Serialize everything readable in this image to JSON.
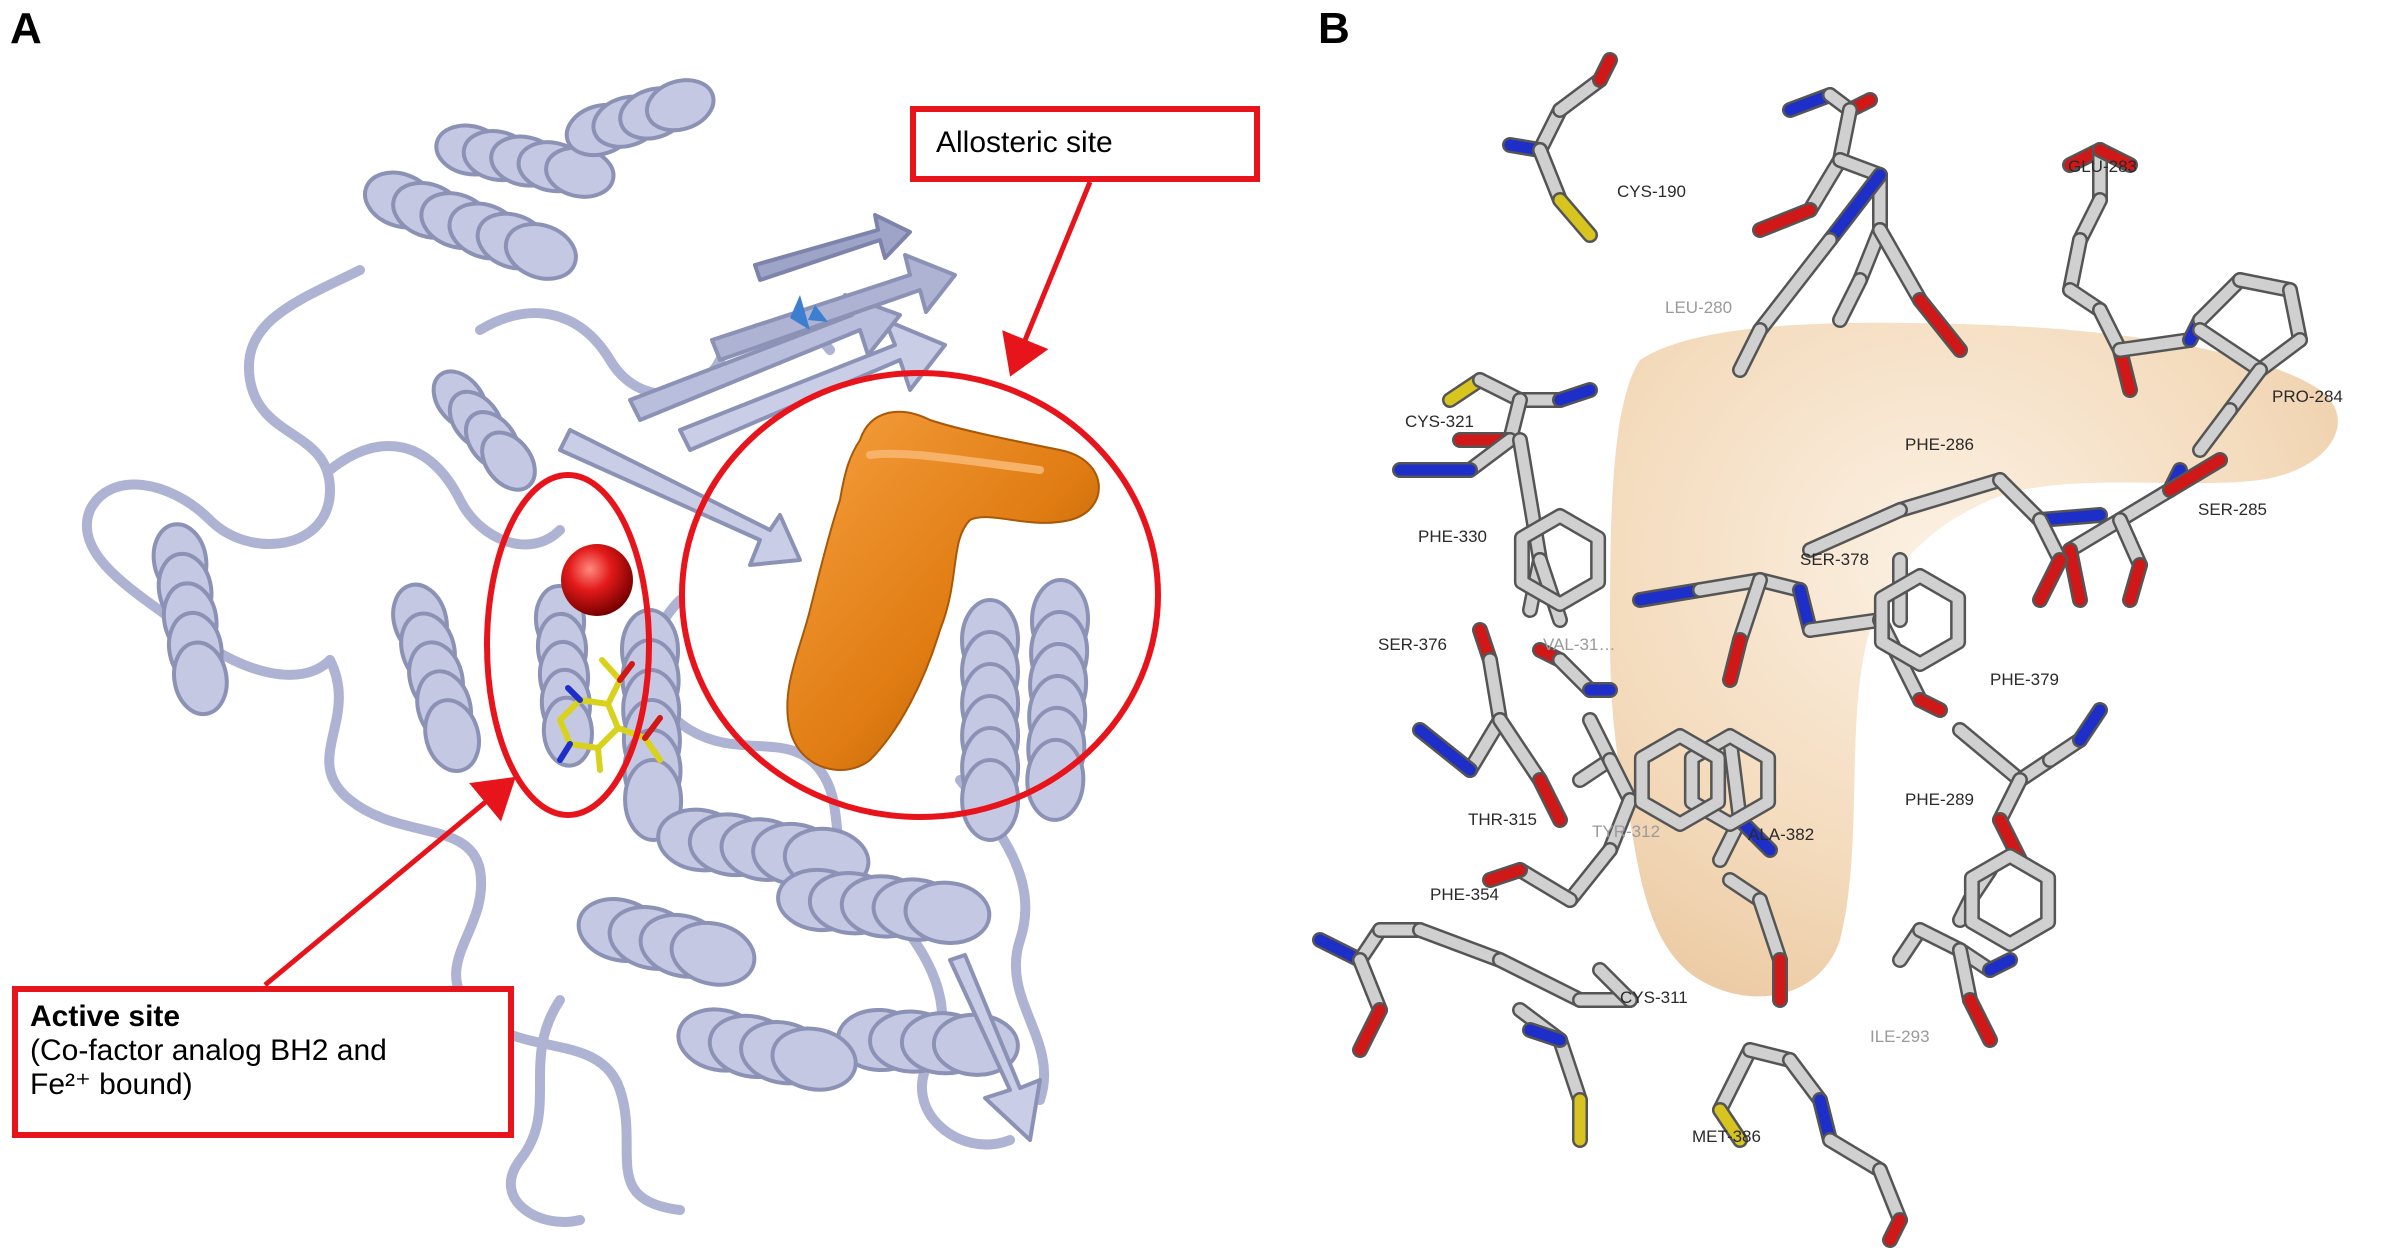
{
  "figure": {
    "panel_a": {
      "letter": "A",
      "allosteric_callout": "Allosteric site",
      "active_callout": {
        "title": "Active site",
        "line1": "(Co-factor analog BH2 and",
        "line2": "Fe²⁺ bound)"
      }
    },
    "panel_b": {
      "letter": "B",
      "residues": [
        {
          "name": "CYS-190",
          "faint": false
        },
        {
          "name": "GLU-283",
          "faint": false
        },
        {
          "name": "LEU-280",
          "faint": true
        },
        {
          "name": "CYS-321",
          "faint": false
        },
        {
          "name": "PRO-284",
          "faint": false
        },
        {
          "name": "PHE-286",
          "faint": false
        },
        {
          "name": "SER-285",
          "faint": false
        },
        {
          "name": "PHE-330",
          "faint": false
        },
        {
          "name": "SER-378",
          "faint": false
        },
        {
          "name": "SER-376",
          "faint": false
        },
        {
          "name": "VAL-31…",
          "faint": true
        },
        {
          "name": "PHE-379",
          "faint": false
        },
        {
          "name": "PHE-289",
          "faint": false
        },
        {
          "name": "THR-315",
          "faint": false
        },
        {
          "name": "TYR-312",
          "faint": true
        },
        {
          "name": "ALA-382",
          "faint": false
        },
        {
          "name": "PHE-354",
          "faint": false
        },
        {
          "name": "CYS-311",
          "faint": false
        },
        {
          "name": "ILE-293",
          "faint": true
        },
        {
          "name": "MET-386",
          "faint": false
        }
      ]
    },
    "colors": {
      "highlight_red": "#e8141b",
      "protein_ribbon": "#c4c8e2",
      "allosteric_pocket": "#e07c12",
      "fe_ion": "#d10b0b",
      "cofactor": "#d8d21c",
      "pocket_surface_b": "#f3d9bb",
      "carbon": "#d0d0d0",
      "oxygen": "#d01818",
      "nitrogen": "#1e2ec8",
      "sulfur": "#d8c41e"
    }
  }
}
